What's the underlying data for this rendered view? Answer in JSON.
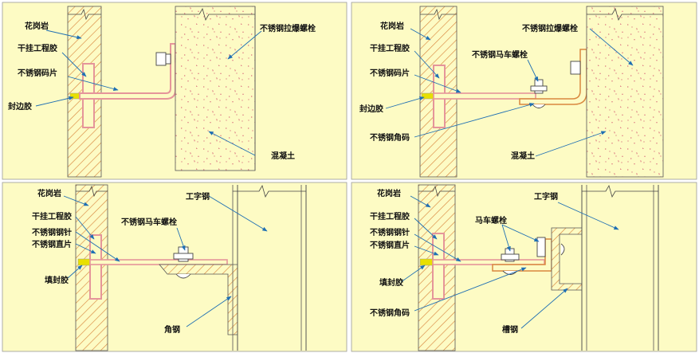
{
  "panels": {
    "top_left": {
      "labels": {
        "granite": "花岗岩",
        "adhesive": "干挂工程胶",
        "steel_plate": "不锈钢码片",
        "edge_glue": "封边胶",
        "expansion_bolt": "不锈钢拉爆螺栓",
        "concrete": "混凝土"
      }
    },
    "top_right": {
      "labels": {
        "granite": "花岗岩",
        "adhesive": "干挂工程胶",
        "steel_plate": "不锈钢码片",
        "edge_glue": "封边胶",
        "carriage_bolt": "不锈钢马车螺栓",
        "angle_bracket": "不锈钢角码",
        "expansion_bolt": "不锈钢拉爆螺栓",
        "concrete": "混凝土"
      }
    },
    "bottom_left": {
      "labels": {
        "granite": "花岗岩",
        "adhesive": "干挂工程胶",
        "steel_pin": "不锈钢钢针",
        "straight_plate": "不锈钢直片",
        "sealant": "填封胶",
        "carriage_bolt": "不锈钢马车螺栓",
        "i_beam": "工字钢",
        "angle_steel": "角钢"
      }
    },
    "bottom_right": {
      "labels": {
        "granite": "花岗岩",
        "adhesive": "干挂工程胶",
        "steel_pin": "不锈钢钢针",
        "straight_plate": "不锈钢直片",
        "sealant": "填封胶",
        "carriage_bolt": "马车螺栓",
        "angle_bracket": "不锈钢角码",
        "i_beam": "工字钢",
        "channel_steel": "槽钢"
      }
    }
  },
  "colors": {
    "panel_bg": "#fdfbc4",
    "hatch": "#d9883f",
    "plate": "#e5959a",
    "leader": "#1f6fb3",
    "glue": "#e8e000",
    "line": "#333333",
    "speckle": "#e08a8a"
  }
}
